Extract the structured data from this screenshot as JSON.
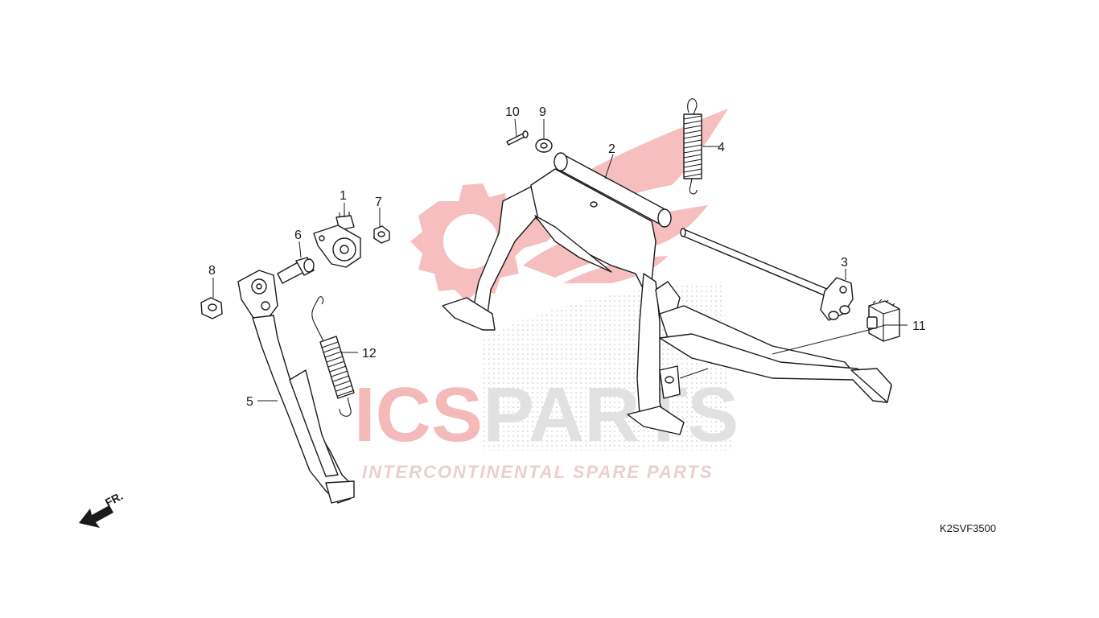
{
  "watermark": {
    "brand_left": "ICS",
    "brand_right": "PARTS",
    "tagline": "INTERCONTINENTAL SPARE PARTS",
    "colors": {
      "red": "#e85a5a",
      "gray": "#cfcfcf",
      "dots": "#bdbdbd"
    }
  },
  "diagram": {
    "code": "K2SVF3500",
    "direction_label": "FR.",
    "callouts": [
      {
        "id": "1",
        "label": "1"
      },
      {
        "id": "2",
        "label": "2"
      },
      {
        "id": "3",
        "label": "3"
      },
      {
        "id": "4",
        "label": "4"
      },
      {
        "id": "5",
        "label": "5"
      },
      {
        "id": "6",
        "label": "6"
      },
      {
        "id": "7",
        "label": "7"
      },
      {
        "id": "8",
        "label": "8"
      },
      {
        "id": "9",
        "label": "9"
      },
      {
        "id": "10",
        "label": "10"
      },
      {
        "id": "11",
        "label": "11"
      },
      {
        "id": "12",
        "label": "12"
      }
    ]
  }
}
